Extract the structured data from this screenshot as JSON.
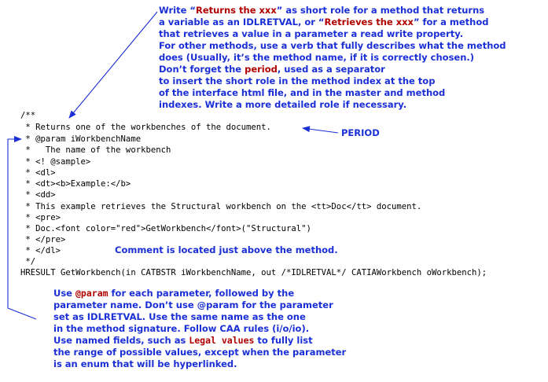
{
  "top_note": {
    "l1_a": "Write “",
    "l1_b": "Returns the xxx",
    "l1_c": "” as short role for a method that returns",
    "l2_a": "a variable as an IDLRETVAL, or “",
    "l2_b": "Retrieves the xxx",
    "l2_c": "” for a method",
    "l3": "that retrieves a value in a parameter a read write property.",
    "l4": "For other methods, use a verb that fully describes what the method",
    "l5": "does (Usually, it’s the method name, if it is correctly chosen.)",
    "l6_a": "Don’t forget the ",
    "l6_b": "period",
    "l6_c": ", used as a separator",
    "l7": "to insert the short role in the method index at the top",
    "l8": "of the interface html file, and in the master and method",
    "l9": "indexes. Write a more detailed role if necessary."
  },
  "period_label": "PERIOD",
  "comment_note": "Comment is located just above the method.",
  "code_lines": [
    "/**",
    " * Returns one of the workbenches of the document.",
    " * @param iWorkbenchName",
    " *   The name of the workbench",
    " * <! @sample>",
    " * <dl>",
    " * <dt><b>Example:</b>",
    " * <dd>",
    " * This example retrieves the Structural workbench on the <tt>Doc</tt> document.",
    " * <pre>",
    " * Doc.<font color=\"red\">GetWorkbench</font>(\"Structural\")",
    " * </pre>",
    " * </dl>",
    " */",
    "HRESULT GetWorkbench(in CATBSTR iWorkbenchName, out /*IDLRETVAL*/ CATIAWorkbench oWorkbench);"
  ],
  "bottom_note": {
    "l1_a": "Use ",
    "l1_b": "@param",
    "l1_c": " for each parameter, followed by the",
    "l2": "parameter name. Don’t use @param for the parameter",
    "l3": "set as IDLRETVAL. Use the same name as the one",
    "l4": "in the method signature. Follow CAA rules (i/o/io).",
    "l5_a": "Use named fields, such as ",
    "l5_b": "Legal values",
    "l5_c": " to fully list",
    "l6": "the range of possible values, except when the parameter",
    "l7": "is an enum that will be hyperlinked."
  },
  "colors": {
    "annotation": "#1a2fd6",
    "highlight": "#b00000",
    "code": "#000000"
  }
}
